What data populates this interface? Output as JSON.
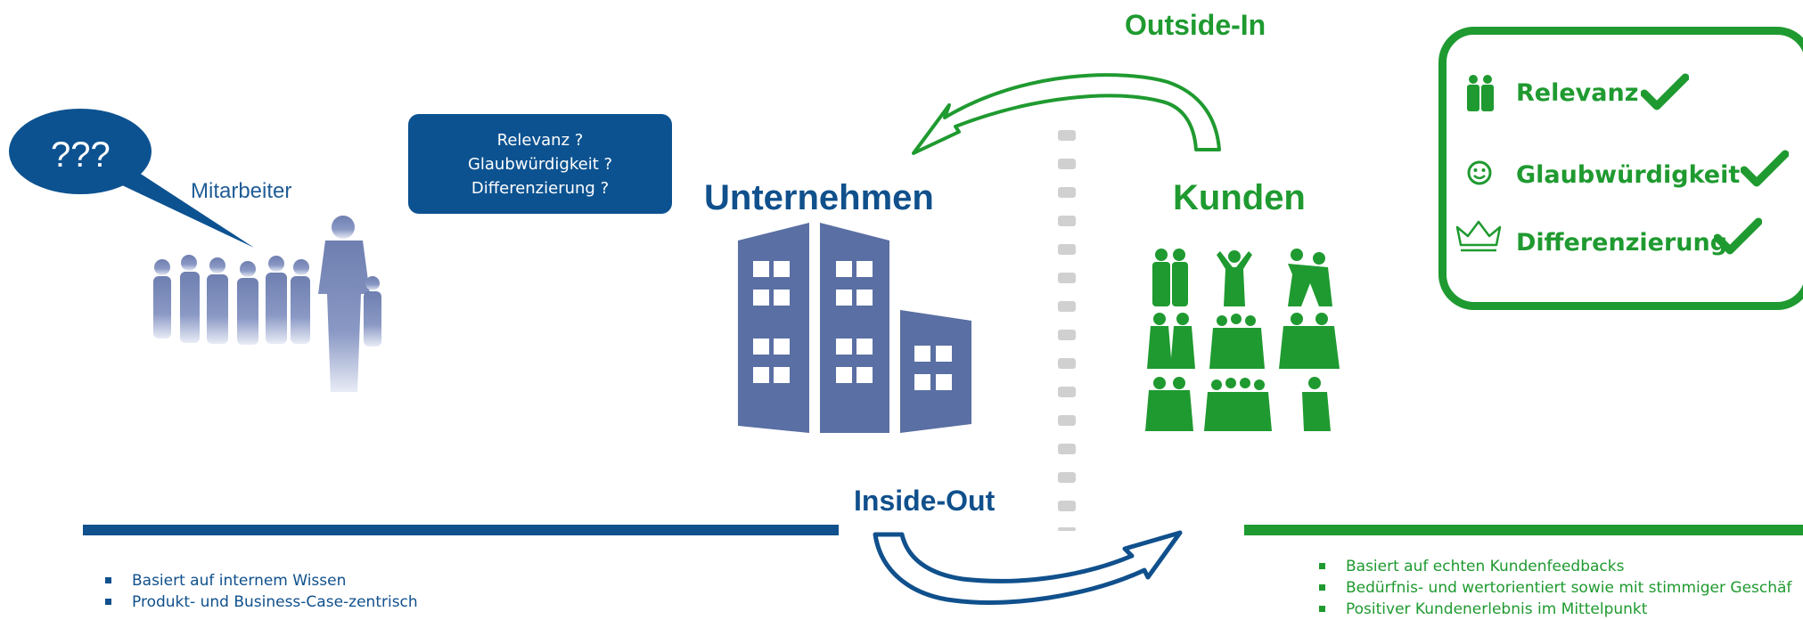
{
  "speech_bubble": {
    "text": "???"
  },
  "employee_label": "Mitarbeiter",
  "question_box": {
    "lines": [
      "Relevanz ?",
      "Glaubwürdigkeit ?",
      "Differenzierung ?"
    ]
  },
  "company_title": "Unternehmen",
  "customers_title": "Kunden",
  "outside_in_label": "Outside-In",
  "inside_out_label": "Inside-Out",
  "checklist": {
    "items": [
      {
        "label": "Relevanz",
        "icon": "people-icon"
      },
      {
        "label": "Glaubwürdigkeit",
        "icon": "smiley-icon"
      },
      {
        "label": "Differenzierung",
        "icon": "crown-icon"
      }
    ],
    "check_icon": "check-icon"
  },
  "left_bullets": [
    "Basiert auf internem Wissen",
    "Produkt- und Business-Case-zentrisch"
  ],
  "right_bullets": [
    "Basiert auf echten Kundenfeedbacks",
    "Bedürfnis- und wertorientiert sowie mit stimmiger Geschäf",
    "Positiver Kundenerlebnis im Mittelpunkt"
  ],
  "colors": {
    "blue": "#10508c",
    "green": "#1f9a30",
    "building": "#5a6fa3",
    "people": "#7d8cb8"
  }
}
